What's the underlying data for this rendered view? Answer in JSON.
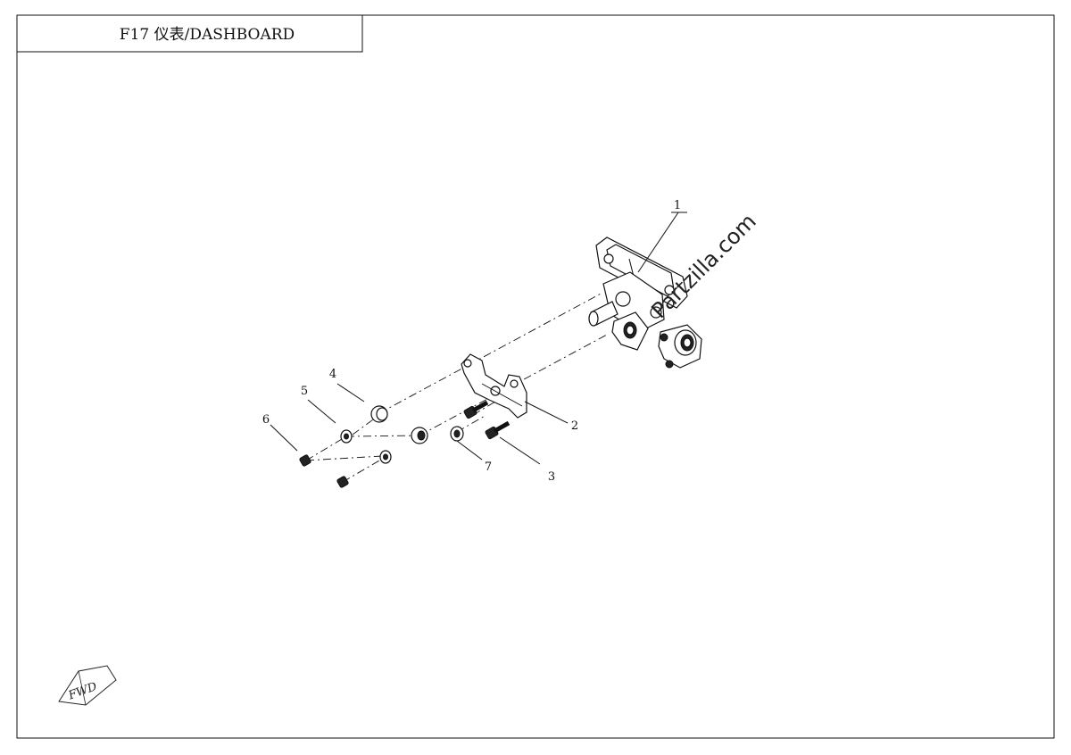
{
  "title": "F17 仪表/DASHBOARD",
  "watermark": "Partzilla.com",
  "fwd_label": "FWD",
  "callouts": {
    "c1": "1",
    "c2": "2",
    "c3": "3",
    "c4": "4",
    "c5": "5",
    "c6": "6",
    "c7": "7"
  }
}
